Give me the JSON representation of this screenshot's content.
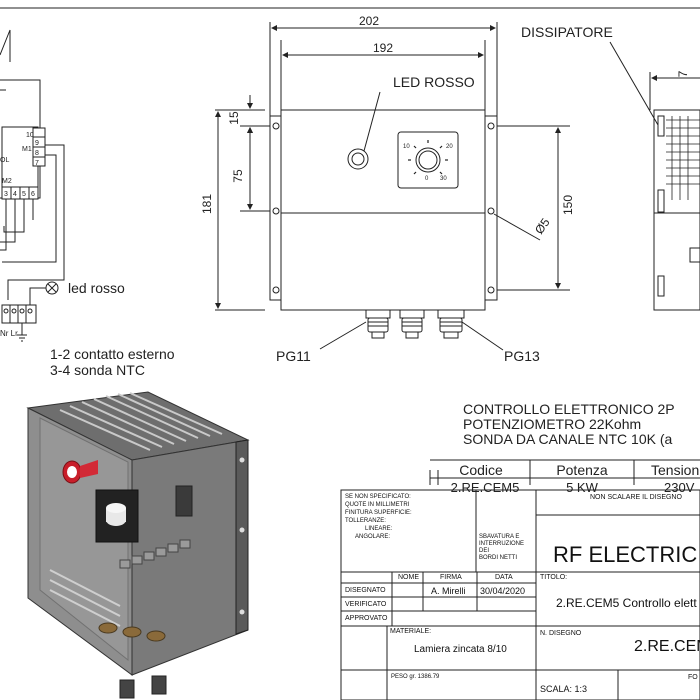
{
  "front_view": {
    "dim_overall_width": "202",
    "dim_inner_width": "192",
    "dim_top_offset": "15",
    "dim_upper_height": "75",
    "dim_total_height": "181",
    "dim_hole_spacing": "150",
    "dim_hole_diameter": "Ø5",
    "led_label": "LED ROSSO",
    "pot_scale": [
      "0",
      "10",
      "20",
      "30"
    ],
    "gland_left": "PG11",
    "gland_right": "PG13"
  },
  "side_view": {
    "label": "DISSIPATORE",
    "dim_partial": "7"
  },
  "schematic": {
    "led_text": "led rosso",
    "terminal_nums": [
      "3",
      "4",
      "5",
      "6"
    ],
    "terminal_labels": [
      "M1",
      "M2",
      "OL"
    ],
    "relay_nums": [
      "10",
      "9",
      "8",
      "7"
    ],
    "bottom_terms": "Nr Lr",
    "note1": "1-2 contatto esterno",
    "note2": "3-4 sonda NTC"
  },
  "description": {
    "line1": "CONTROLLO ELETTRONICO 2P",
    "line2": "POTENZIOMETRO 22Kohm",
    "line3": "SONDA DA CANALE NTC 10K (a"
  },
  "spec_table": {
    "headers": [
      "Codice",
      "Potenza",
      "Tension"
    ],
    "row": [
      "2.RE.CEM5",
      "5 KW",
      "230V"
    ]
  },
  "title_block": {
    "unspecified_note": [
      "SE NON SPECIFICATO:",
      "QUOTE IN MILLIMETRI",
      "FINITURA SUPERFICIE:",
      "TOLLERANZE:",
      "LINEARE:",
      "ANGOLARE:"
    ],
    "deburr_note": [
      "SBAVATURA E",
      "INTERRUZIONE DEI",
      "BORDI NETTI"
    ],
    "no_scale": "NON SCALARE IL DISEGNO",
    "company": "RF ELECTRIC S",
    "col_nome": "NOME",
    "col_firma": "FIRMA",
    "col_data": "DATA",
    "row_disegnato": "DISEGNATO",
    "row_verificato": "VERIFICATO",
    "row_approvato": "APPROVATO",
    "author": "A. Mirelli",
    "date": "30/04/2020",
    "titolo_label": "TITOLO:",
    "titolo_value": "2.RE.CEM5 Controllo elett",
    "materiale_label": "MATERIALE:",
    "materiale_value": "Lamiera zincata 8/10",
    "n_disegno_label": "N. DISEGNO",
    "n_disegno_value": "2.RE.CEM",
    "peso": "PESO gr. 1386.79",
    "scala": "SCALA: 1:3",
    "foglio": "FO"
  }
}
